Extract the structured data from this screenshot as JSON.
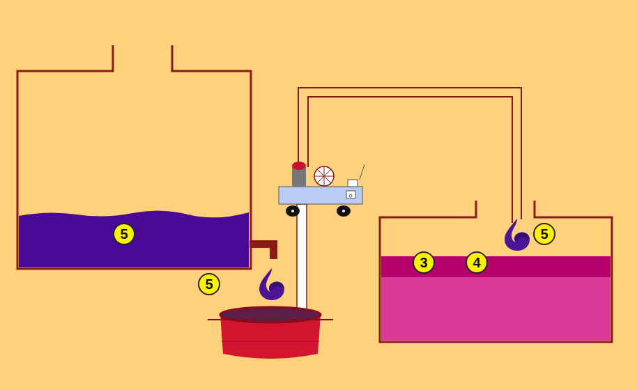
{
  "diagram": {
    "labels": [
      "5",
      "5",
      "3",
      "4",
      "5"
    ]
  }
}
